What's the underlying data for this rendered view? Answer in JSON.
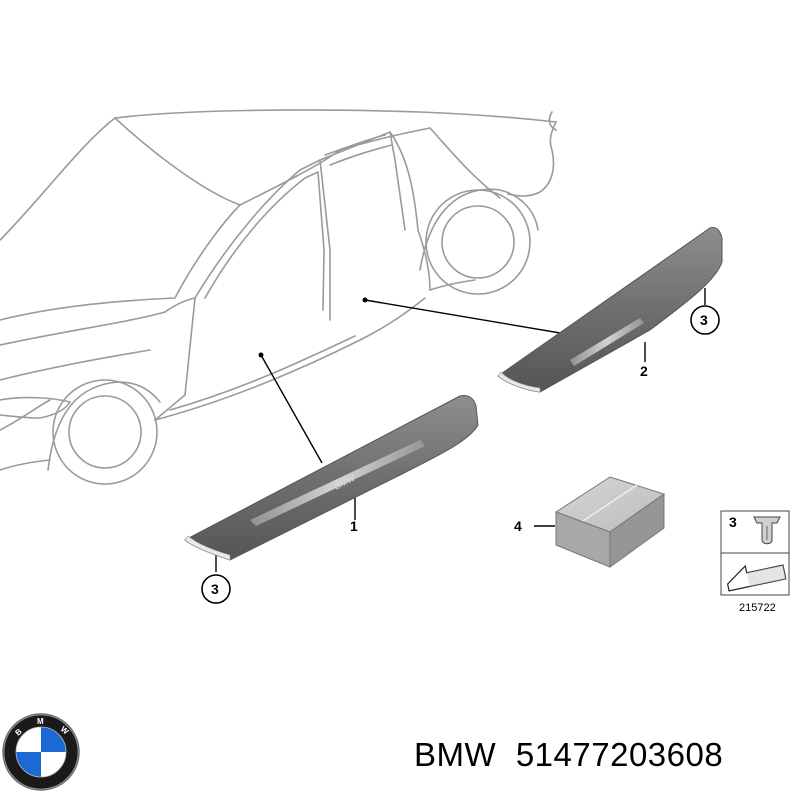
{
  "diagram": {
    "callouts": [
      {
        "id": "1",
        "label": "1"
      },
      {
        "id": "2",
        "label": "2"
      },
      {
        "id": "3a",
        "label": "3"
      },
      {
        "id": "3b",
        "label": "3"
      },
      {
        "id": "4",
        "label": "4"
      }
    ],
    "sill_emblem": "BMW",
    "legend": {
      "item_label": "3",
      "diagram_number": "215722"
    }
  },
  "logo": {
    "letters": "BMW",
    "colors": {
      "blue": "#1c69d4",
      "white": "#ffffff",
      "ring": "#1a1a1a"
    }
  },
  "caption": {
    "brand": "BMW",
    "part_number": "51477203608"
  }
}
